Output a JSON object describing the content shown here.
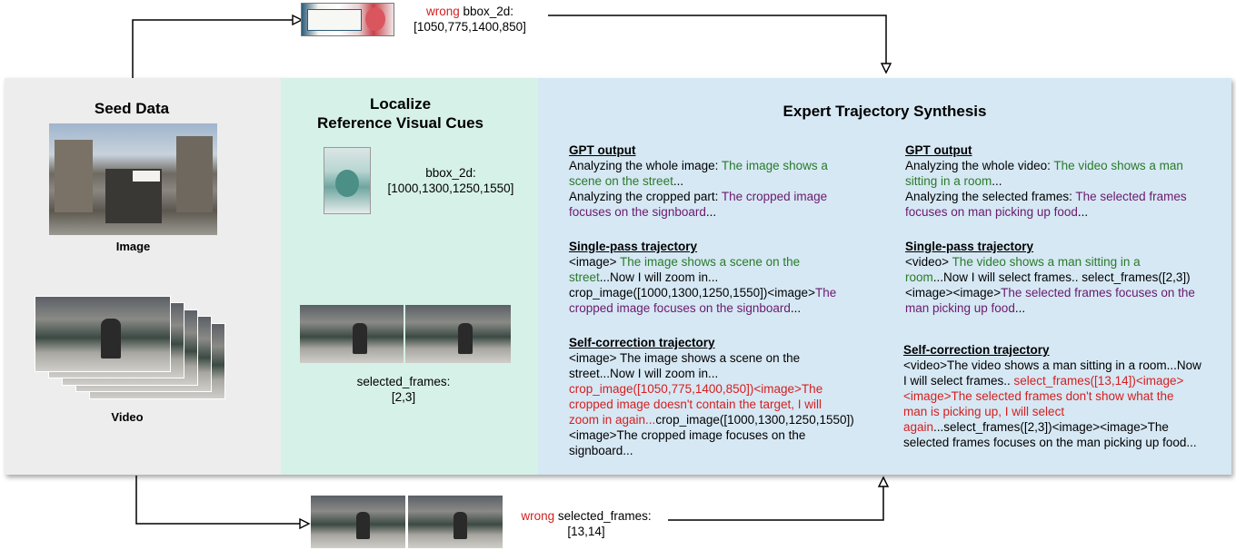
{
  "seed": {
    "title": "Seed Data",
    "image_caption": "Image",
    "video_caption": "Video"
  },
  "localize": {
    "title_line1": "Localize",
    "title_line2": "Reference Visual Cues",
    "bbox_label": "bbox_2d:",
    "bbox_value": "[1000,1300,1250,1550]",
    "frames_label": "selected_frames:",
    "frames_value": "[2,3]"
  },
  "top_note": {
    "wrong": "wrong",
    "label": " bbox_2d:",
    "value": "[1050,775,1400,850]"
  },
  "bottom_note": {
    "wrong": "wrong",
    "label": " selected_frames:",
    "value": "[13,14]"
  },
  "expert": {
    "title": "Expert Trajectory Synthesis",
    "left": {
      "gpt_header": "GPT output",
      "gpt_l1a": "Analyzing the whole image: ",
      "gpt_l1b": "The image shows a",
      "gpt_l2": "scene on the street",
      "gpt_l2b": "...",
      "gpt_l3a": "Analyzing the cropped part: ",
      "gpt_l3b": "The cropped image",
      "gpt_l4": "focuses on the signboard",
      "gpt_l4b": "...",
      "single_header": "Single-pass trajectory",
      "s_l1a": "<image> ",
      "s_l1b": "The image shows a scene on the",
      "s_l2a": "street",
      "s_l2b": "...Now I will zoom in...",
      "s_l3a": "crop_image([1000,1300,1250,1550])<image>",
      "s_l3b": "The",
      "s_l4a": "cropped image focuses on the signboard",
      "s_l4b": "...",
      "self_header": "Self-correction trajectory",
      "c_l1": "<image> The image shows a scene on the",
      "c_l2": "street...Now I will zoom in...",
      "c_l3": "crop_image([1050,775,1400,850])<image>The",
      "c_l4": "cropped image doesn't contain the target, I will",
      "c_l5a": "zoom in again...",
      "c_l5b": "crop_image([1000,1300,1250,1550])",
      "c_l6": "<image>The cropped image focuses on the",
      "c_l7": "signboard..."
    },
    "right": {
      "gpt_header": "GPT output",
      "gpt_l1a": "Analyzing the whole video: ",
      "gpt_l1b": "The video shows a man",
      "gpt_l2": "sitting in a room",
      "gpt_l2b": "...",
      "gpt_l3a": "Analyzing the selected frames: ",
      "gpt_l3b": "The selected frames",
      "gpt_l4": "focuses on man picking up food",
      "gpt_l4b": "...",
      "single_header": "Single-pass trajectory",
      "s_l1a": "<video> ",
      "s_l1b": "The video shows a man sitting in a",
      "s_l2a": "room",
      "s_l2b": "...Now I will select frames.. select_frames([2,3])",
      "s_l3a": "<image><image>",
      "s_l3b": "The selected frames focuses on the",
      "s_l4a": "man picking up food",
      "s_l4b": "...",
      "self_header": "Self-correction trajectory",
      "c_l1": "<video>The video shows a man sitting in a room...Now",
      "c_l2a": "I will select frames.. ",
      "c_l2b": "select_frames([13,14])<image>",
      "c_l3": "<image>The selected frames don't show what the",
      "c_l4": "man is picking up, I will select",
      "c_l5a": "again",
      "c_l5b": "...select_frames([2,3])<image><image>The",
      "c_l6": "selected frames focuses on the man picking up food..."
    }
  }
}
